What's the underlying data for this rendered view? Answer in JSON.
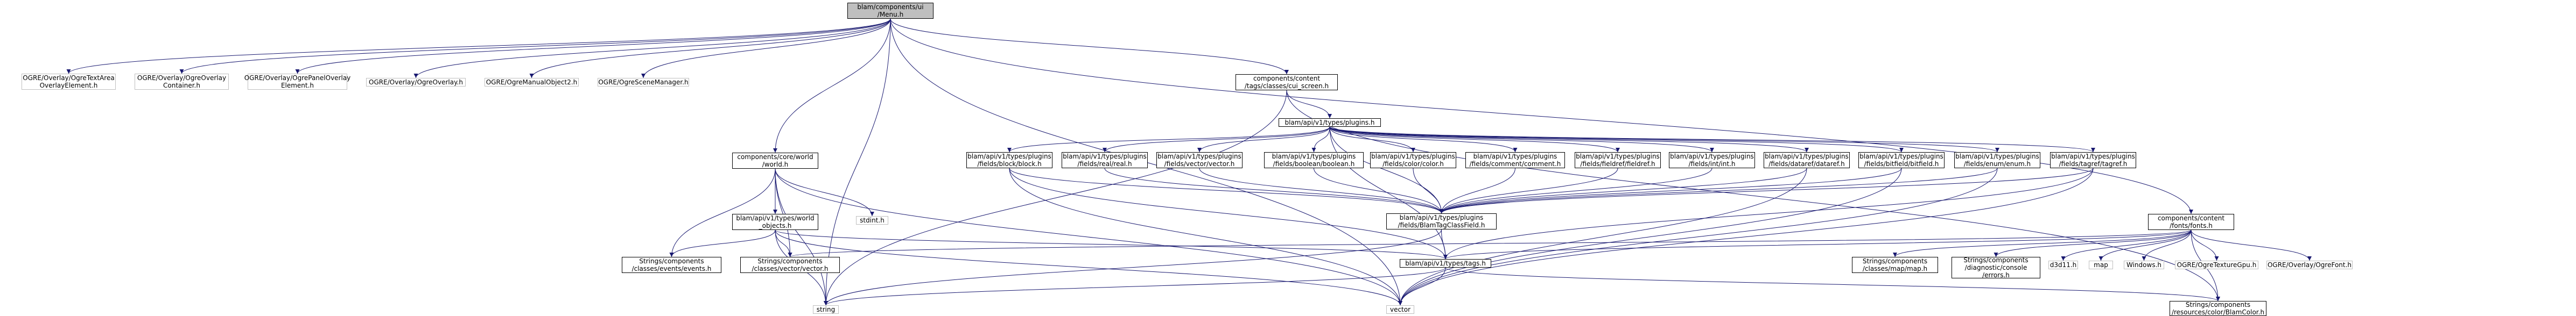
{
  "colors": {
    "edge": "#191970",
    "border": "#000000",
    "external_border": "#bfbfbf",
    "root_fill": "#bfbfbf",
    "background": "#ffffff"
  },
  "graph": {
    "nodes": [
      {
        "id": "root",
        "lines": [
          "blam/components/ui",
          "/Menu.h"
        ],
        "kind": "root"
      },
      {
        "id": "ogre_tao",
        "lines": [
          "OGRE/Overlay/OgreTextArea",
          "OverlayElement.h"
        ],
        "kind": "external"
      },
      {
        "id": "ogre_oc",
        "lines": [
          "OGRE/Overlay/OgreOverlay",
          "Container.h"
        ],
        "kind": "external"
      },
      {
        "id": "ogre_poe",
        "lines": [
          "OGRE/Overlay/OgrePanelOverlay",
          "Element.h"
        ],
        "kind": "external"
      },
      {
        "id": "ogre_ov",
        "lines": [
          "OGRE/Overlay/OgreOverlay.h"
        ],
        "kind": "external"
      },
      {
        "id": "ogre_mo",
        "lines": [
          "OGRE/OgreManualObject2.h"
        ],
        "kind": "external"
      },
      {
        "id": "ogre_sm",
        "lines": [
          "OGRE/OgreSceneManager.h"
        ],
        "kind": "external"
      },
      {
        "id": "cur_screen",
        "lines": [
          "components/content",
          "/tags/classes/cui_screen.h"
        ],
        "kind": "normal"
      },
      {
        "id": "plugins",
        "lines": [
          "blam/api/v1/types/plugins.h"
        ],
        "kind": "normal"
      },
      {
        "id": "world",
        "lines": [
          "components/core/world",
          "/world.h"
        ],
        "kind": "normal"
      },
      {
        "id": "objects",
        "lines": [
          "blam/api/v1/types/world",
          "_objects.h"
        ],
        "kind": "normal"
      },
      {
        "id": "events",
        "lines": [
          "Strings/components",
          "/classes/events/events.h"
        ],
        "kind": "normal"
      },
      {
        "id": "vectorh",
        "lines": [
          "Strings/components",
          "/classes/vector/vector.h"
        ],
        "kind": "normal"
      },
      {
        "id": "stdint",
        "lines": [
          "stdint.h"
        ],
        "kind": "external"
      },
      {
        "id": "block",
        "lines": [
          "blam/api/v1/types/plugins",
          "/fields/block/block.h"
        ],
        "kind": "normal"
      },
      {
        "id": "real",
        "lines": [
          "blam/api/v1/types/plugins",
          "/fields/real/real.h"
        ],
        "kind": "normal"
      },
      {
        "id": "vec",
        "lines": [
          "blam/api/v1/types/plugins",
          "/fields/vector/vector.h"
        ],
        "kind": "normal"
      },
      {
        "id": "bool",
        "lines": [
          "blam/api/v1/types/plugins",
          "/fields/boolean/boolean.h"
        ],
        "kind": "normal"
      },
      {
        "id": "color",
        "lines": [
          "blam/api/v1/types/plugins",
          "/fields/color/color.h"
        ],
        "kind": "normal"
      },
      {
        "id": "comment",
        "lines": [
          "blam/api/v1/types/plugins",
          "/fields/comment/comment.h"
        ],
        "kind": "normal"
      },
      {
        "id": "fieldref",
        "lines": [
          "blam/api/v1/types/plugins",
          "/fields/fieldref/fieldref.h"
        ],
        "kind": "normal"
      },
      {
        "id": "int",
        "lines": [
          "blam/api/v1/types/plugins",
          "/fields/int/int.h"
        ],
        "kind": "normal"
      },
      {
        "id": "dataref",
        "lines": [
          "blam/api/v1/types/plugins",
          "/fields/dataref/dataref.h"
        ],
        "kind": "normal"
      },
      {
        "id": "bitfield",
        "lines": [
          "blam/api/v1/types/plugins",
          "/fields/bitfield/bitfield.h"
        ],
        "kind": "normal"
      },
      {
        "id": "enum",
        "lines": [
          "blam/api/v1/types/plugins",
          "/fields/enum/enum.h"
        ],
        "kind": "normal"
      },
      {
        "id": "tagref",
        "lines": [
          "blam/api/v1/types/plugins",
          "/fields/tagref/tagref.h"
        ],
        "kind": "normal"
      },
      {
        "id": "btcf",
        "lines": [
          "blam/api/v1/types/plugins",
          "/fields/BlamTagClassField.h"
        ],
        "kind": "normal"
      },
      {
        "id": "tags",
        "lines": [
          "blam/api/v1/types/tags.h"
        ],
        "kind": "normal"
      },
      {
        "id": "string",
        "lines": [
          "string"
        ],
        "kind": "external"
      },
      {
        "id": "vector",
        "lines": [
          "vector"
        ],
        "kind": "external"
      },
      {
        "id": "fonts",
        "lines": [
          "components/content",
          "/fonts/fonts.h"
        ],
        "kind": "normal"
      },
      {
        "id": "map",
        "lines": [
          "Strings/components",
          "/classes/map/map.h"
        ],
        "kind": "normal"
      },
      {
        "id": "console",
        "lines": [
          "Strings/components",
          "/diagnostic/console",
          "/errors.h"
        ],
        "kind": "normal"
      },
      {
        "id": "d3d",
        "lines": [
          "d3d11.h"
        ],
        "kind": "external"
      },
      {
        "id": "mapstd",
        "lines": [
          "map"
        ],
        "kind": "external"
      },
      {
        "id": "windows",
        "lines": [
          "Windows.h"
        ],
        "kind": "external"
      },
      {
        "id": "texgpu",
        "lines": [
          "OGRE/OgreTextureGpu.h"
        ],
        "kind": "external"
      },
      {
        "id": "ogrefont",
        "lines": [
          "OGRE/Overlay/OgreFont.h"
        ],
        "kind": "external"
      },
      {
        "id": "blamcolor",
        "lines": [
          "Strings/components",
          "/resources/color/BlamColor.h"
        ],
        "kind": "normal"
      }
    ],
    "edges": [
      [
        "root",
        "ogre_tao"
      ],
      [
        "root",
        "ogre_oc"
      ],
      [
        "root",
        "ogre_poe"
      ],
      [
        "root",
        "ogre_ov"
      ],
      [
        "root",
        "ogre_mo"
      ],
      [
        "root",
        "ogre_sm"
      ],
      [
        "root",
        "cur_screen"
      ],
      [
        "root",
        "world"
      ],
      [
        "root",
        "fonts"
      ],
      [
        "root",
        "string"
      ],
      [
        "root",
        "vector"
      ],
      [
        "cur_screen",
        "plugins"
      ],
      [
        "cur_screen",
        "string"
      ],
      [
        "cur_screen",
        "blamcolor"
      ],
      [
        "plugins",
        "block"
      ],
      [
        "plugins",
        "real"
      ],
      [
        "plugins",
        "vec"
      ],
      [
        "plugins",
        "bool"
      ],
      [
        "plugins",
        "color"
      ],
      [
        "plugins",
        "comment"
      ],
      [
        "plugins",
        "fieldref"
      ],
      [
        "plugins",
        "int"
      ],
      [
        "plugins",
        "dataref"
      ],
      [
        "plugins",
        "bitfield"
      ],
      [
        "plugins",
        "enum"
      ],
      [
        "plugins",
        "tagref"
      ],
      [
        "plugins",
        "btcf"
      ],
      [
        "plugins",
        "tags"
      ],
      [
        "block",
        "btcf"
      ],
      [
        "block",
        "tags"
      ],
      [
        "block",
        "vector"
      ],
      [
        "real",
        "btcf"
      ],
      [
        "vec",
        "btcf"
      ],
      [
        "bool",
        "btcf"
      ],
      [
        "color",
        "btcf"
      ],
      [
        "comment",
        "btcf"
      ],
      [
        "fieldref",
        "btcf"
      ],
      [
        "int",
        "btcf"
      ],
      [
        "dataref",
        "btcf"
      ],
      [
        "dataref",
        "vector"
      ],
      [
        "bitfield",
        "btcf"
      ],
      [
        "bitfield",
        "vector"
      ],
      [
        "enum",
        "btcf"
      ],
      [
        "enum",
        "vector"
      ],
      [
        "tagref",
        "btcf"
      ],
      [
        "tagref",
        "tags"
      ],
      [
        "tagref",
        "vector"
      ],
      [
        "btcf",
        "tags"
      ],
      [
        "btcf",
        "string"
      ],
      [
        "tags",
        "string"
      ],
      [
        "tags",
        "vector"
      ],
      [
        "tags",
        "blamcolor"
      ],
      [
        "world",
        "objects"
      ],
      [
        "world",
        "events"
      ],
      [
        "world",
        "vectorh"
      ],
      [
        "world",
        "stdint"
      ],
      [
        "world",
        "string"
      ],
      [
        "world",
        "vector"
      ],
      [
        "objects",
        "events"
      ],
      [
        "objects",
        "vectorh"
      ],
      [
        "objects",
        "tags"
      ],
      [
        "objects",
        "string"
      ],
      [
        "objects",
        "vector"
      ],
      [
        "fonts",
        "map"
      ],
      [
        "fonts",
        "console"
      ],
      [
        "fonts",
        "d3d"
      ],
      [
        "fonts",
        "mapstd"
      ],
      [
        "fonts",
        "windows"
      ],
      [
        "fonts",
        "texgpu"
      ],
      [
        "fonts",
        "ogrefont"
      ],
      [
        "fonts",
        "blamcolor"
      ],
      [
        "fonts",
        "tags"
      ],
      [
        "fonts",
        "vectorh"
      ]
    ]
  }
}
